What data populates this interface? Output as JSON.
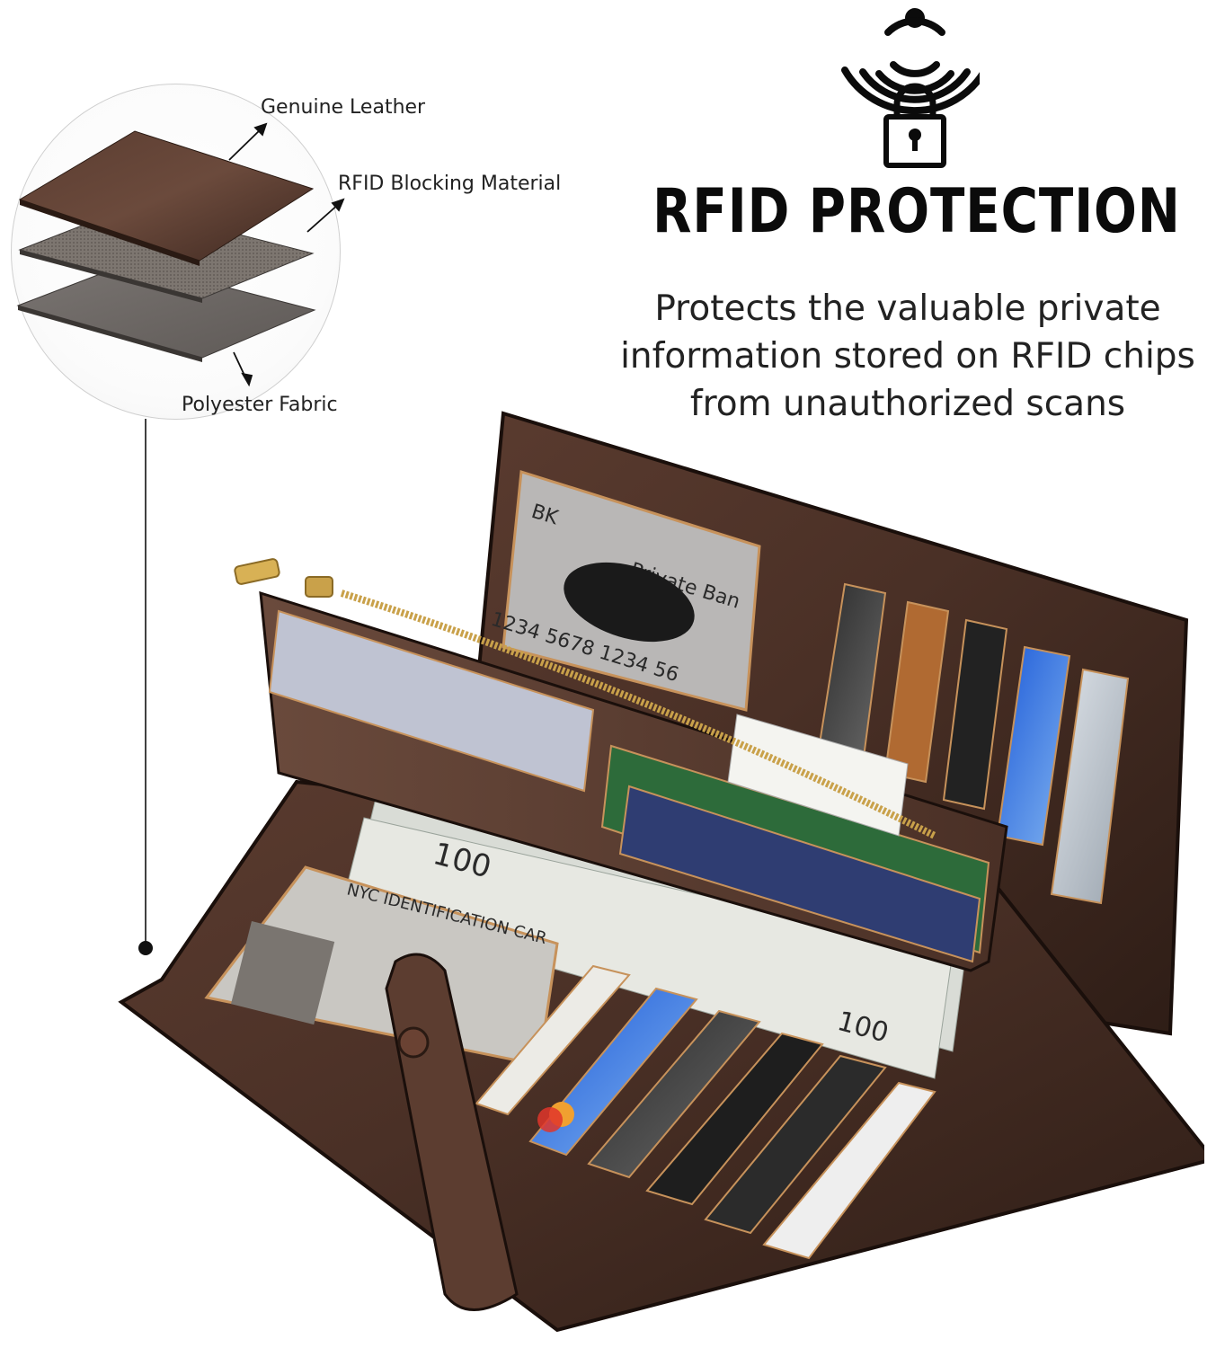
{
  "layers": {
    "genuine_leather": "Genuine Leather",
    "rfid_material": "RFID Blocking Material",
    "polyester": "Polyester Fabric"
  },
  "heading": "RFID PROTECTION",
  "description": {
    "line1": "Protects the valuable private",
    "line2": "information stored on RFID chips",
    "line3": "from unauthorized scans"
  },
  "icon": "rfid-lock-icon",
  "colors": {
    "leather": "#4a3026",
    "leather_dark": "#2e1d16",
    "zipper": "#c9a14a",
    "text": "#222222"
  }
}
